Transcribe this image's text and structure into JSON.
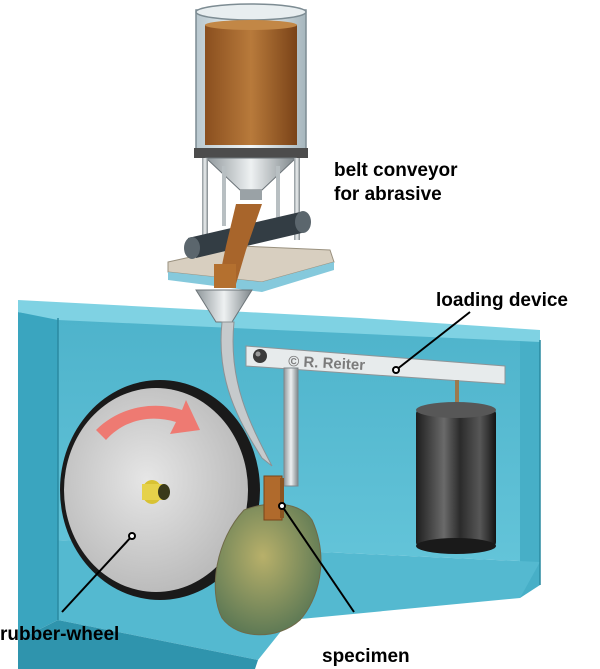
{
  "labels": {
    "belt_line1": "belt conveyor",
    "belt_line2": "for abrasive",
    "loading_device": "loading device",
    "rubber_wheel": "rubber-wheel",
    "specimen": "specimen",
    "copyright": "© R. Reiter"
  },
  "colors": {
    "housing": "#5cc0d6",
    "housing_dark": "#3a9fb6",
    "abrasive": "#a0622a",
    "wheel_face": "#cfcfcf",
    "arrow": "#ee7a72",
    "weight": "#3a3a3a"
  }
}
